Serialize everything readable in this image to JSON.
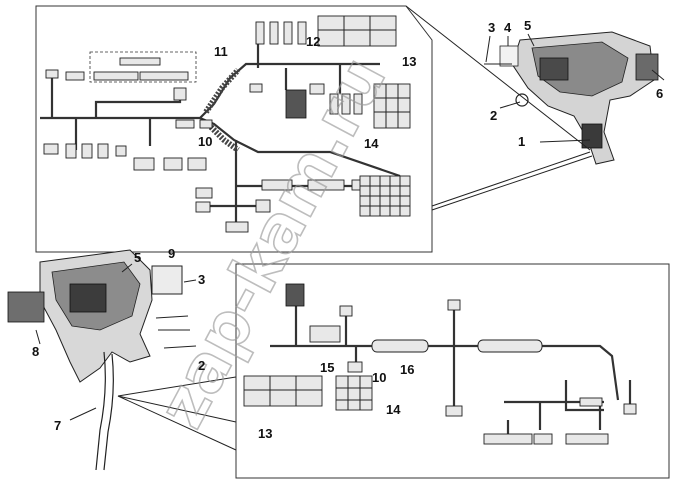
{
  "callouts": {
    "c1": "1",
    "c2_top": "2",
    "c3_top": "3",
    "c4": "4",
    "c5_top": "5",
    "c6": "6",
    "c7": "7",
    "c8": "8",
    "c9": "9",
    "c3_left": "3",
    "c5_left": "5",
    "c2_left": "2",
    "c10_top": "10",
    "c11": "11",
    "c12": "12",
    "c13_top": "13",
    "c14_top": "14",
    "c15": "15",
    "c10_bottom": "10",
    "c16": "16",
    "c14_bottom": "14",
    "c13_bottom": "13"
  },
  "watermark": "zap-kam.ru",
  "colors": {
    "line": "#222222",
    "connector_fill": "#e8e8e8",
    "watermark": "#9a9a9a"
  }
}
